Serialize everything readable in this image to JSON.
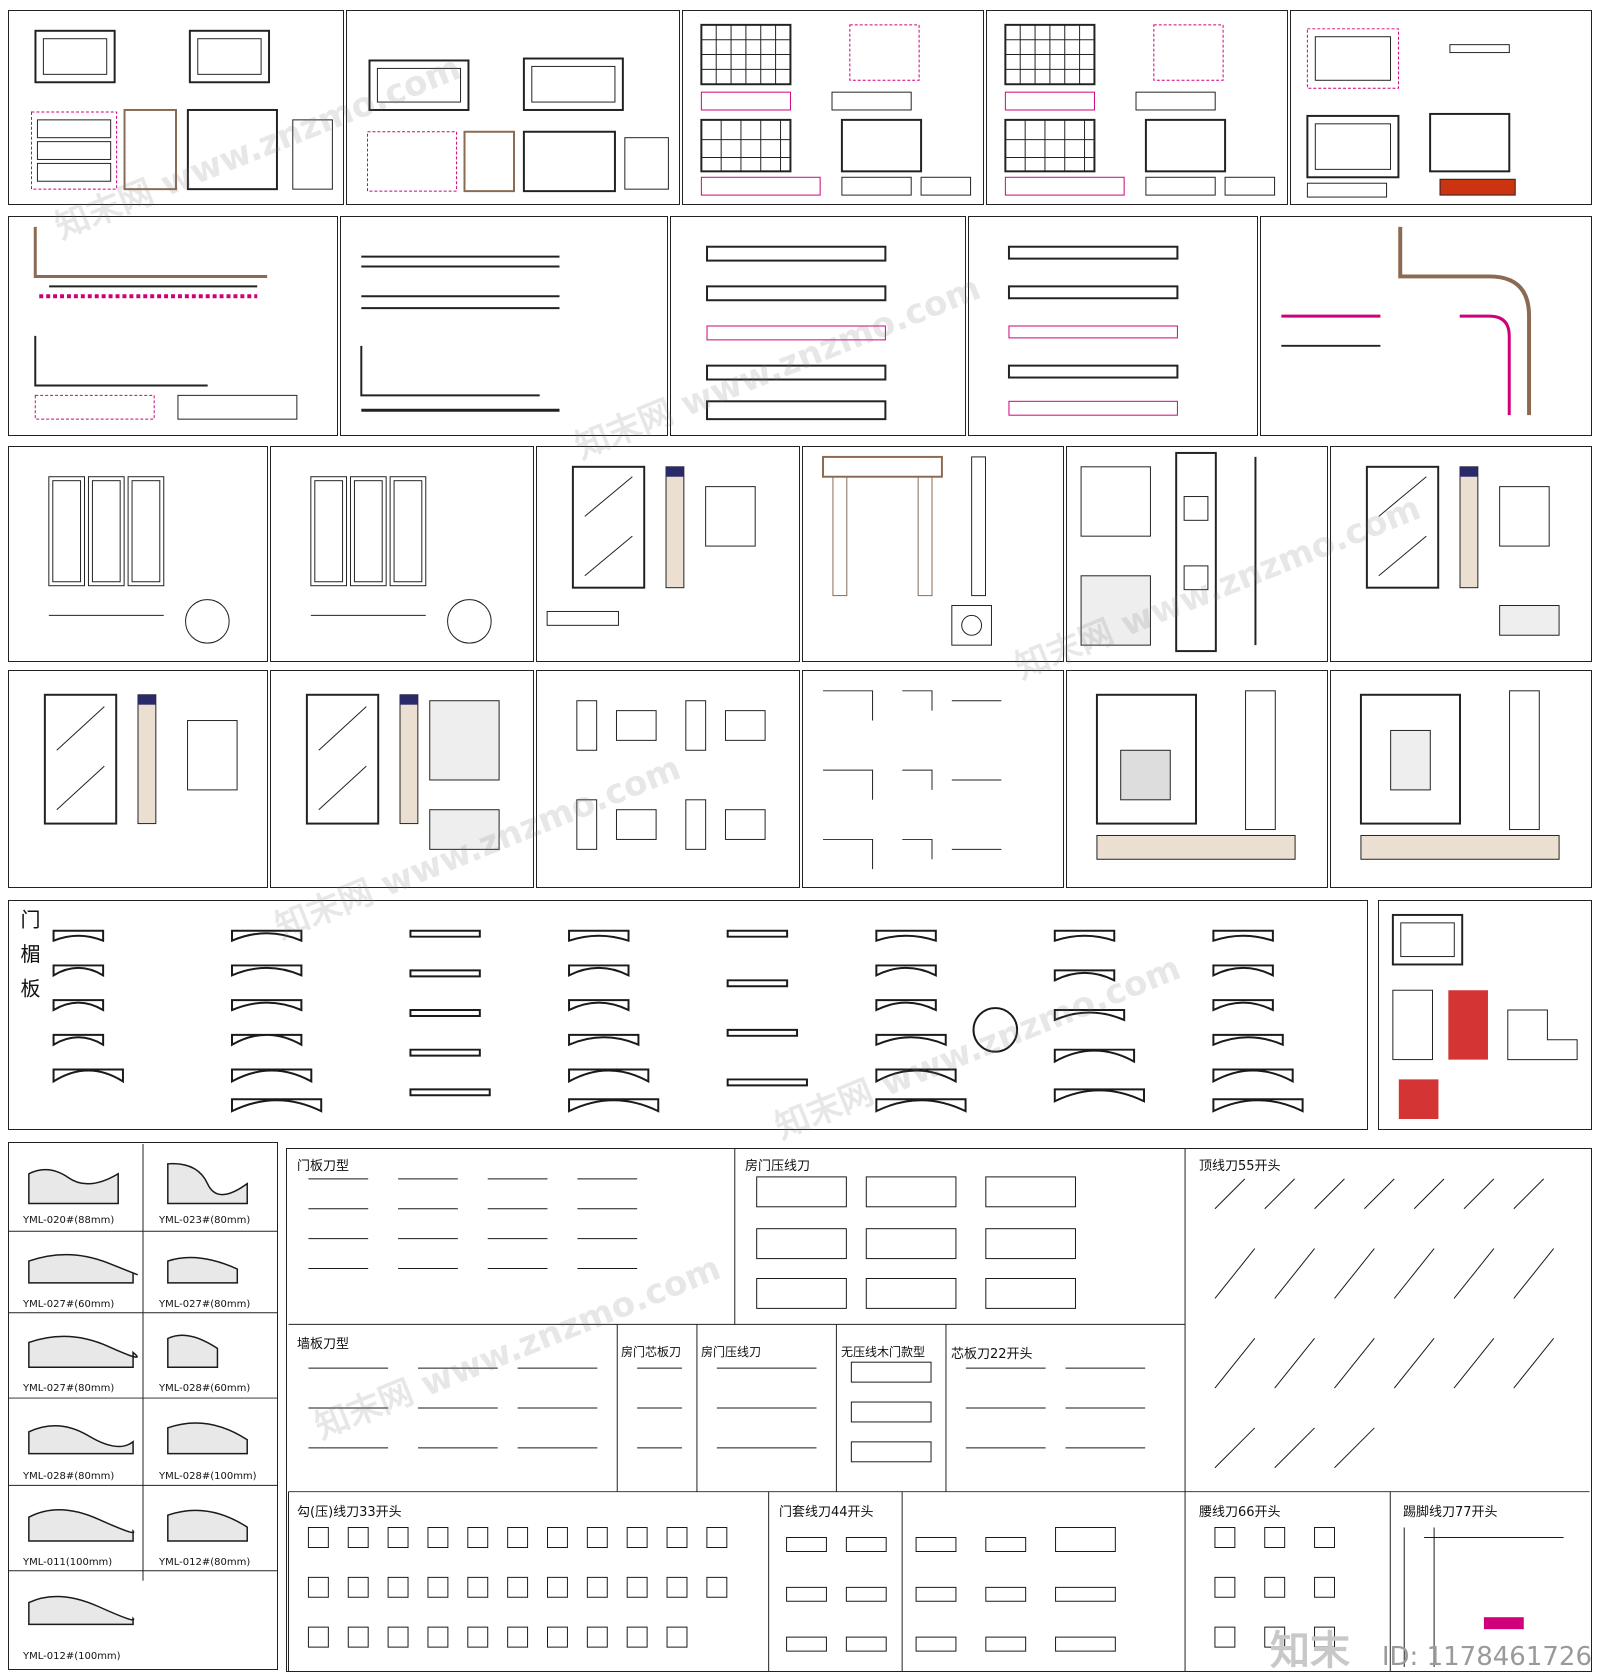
{
  "colors": {
    "line": "#1a1a1a",
    "accent": "#d0007a",
    "red": "#cc1111",
    "dim": "#3355aa",
    "fill": "#8a6a52"
  },
  "row5": {
    "side_label": "门 楣 板"
  },
  "row6": {
    "profiles": [
      {
        "label": "YML-020#(88mm)"
      },
      {
        "label": "YML-023#(80mm)"
      },
      {
        "label": "YML-027#(60mm)"
      },
      {
        "label": "YML-027#(80mm)"
      },
      {
        "label": "YML-027#(80mm)"
      },
      {
        "label": "YML-028#(60mm)"
      },
      {
        "label": "YML-028#(80mm)"
      },
      {
        "label": "YML-028#(100mm)"
      },
      {
        "label": "YML-011(100mm)"
      },
      {
        "label": "YML-012#(80mm)"
      },
      {
        "label": "YML-012#(100mm)"
      }
    ],
    "panels": {
      "door_panel": "门板刀型",
      "door_press": "房门压线刀",
      "top_line": "顶线刀55开头",
      "wall_panel": "墙板刀型",
      "core_panel": "房门芯板刀",
      "press_line": "房门压线刀",
      "no_press": "无压线木门款型",
      "core_22": "芯板刀22开头",
      "hook_33": "勾(压)线刀33开头",
      "door_44": "门套线刀44开头",
      "waist_66": "腰线刀66开头",
      "foot_77": "踢脚线刀77开头"
    }
  },
  "watermark": {
    "text": "知末网 www.znzmo.com",
    "logo": "知末"
  },
  "footer": {
    "id": "ID: 1178461726"
  }
}
